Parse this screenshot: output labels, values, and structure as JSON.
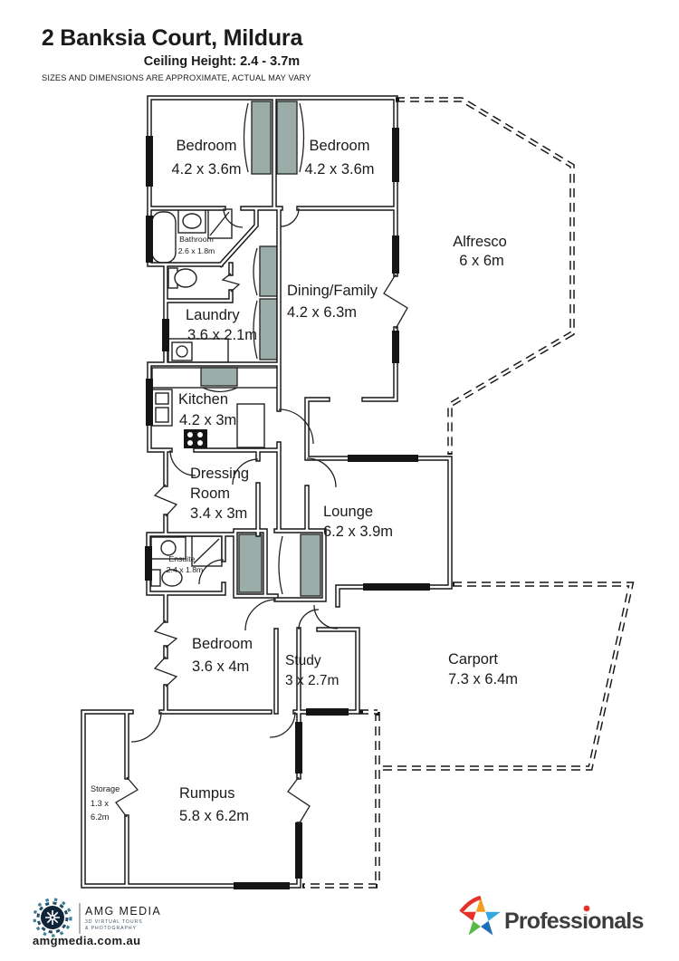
{
  "header": {
    "title": "2 Banksia Court, Mildura",
    "subtitle": "Ceiling Height: 2.4 - 3.7m",
    "disclaimer": "SIZES AND DIMENSIONS ARE APPROXIMATE, ACTUAL MAY VARY"
  },
  "rooms": {
    "bedroom_top_left": {
      "name": "Bedroom",
      "dims": "4.2 x 3.6m"
    },
    "bedroom_top_right": {
      "name": "Bedroom",
      "dims": "4.2 x 3.6m"
    },
    "alfresco": {
      "name": "Alfresco",
      "dims": "6 x 6m"
    },
    "bathroom": {
      "name": "Bathroom",
      "dims": "2.6 x 1.8m"
    },
    "dining_family": {
      "name": "Dining/Family",
      "dims": "4.2 x 6.3m"
    },
    "laundry": {
      "name": "Laundry",
      "dims": "3.6 x 2.1m"
    },
    "kitchen": {
      "name": "Kitchen",
      "dims": "4.2 x 3m"
    },
    "dressing_room": {
      "name_line1": "Dressing",
      "name_line2": "Room",
      "dims": "3.4 x 3m"
    },
    "lounge": {
      "name": "Lounge",
      "dims": "6.2 x 3.9m"
    },
    "ensuite": {
      "name": "Ensuite",
      "dims": "2.4 x 1.8m"
    },
    "bedroom_lower": {
      "name": "Bedroom",
      "dims": "3.6 x 4m"
    },
    "study": {
      "name": "Study",
      "dims": "3 x 2.7m"
    },
    "carport": {
      "name": "Carport",
      "dims": "7.3 x 6.4m"
    },
    "storage": {
      "name": "Storage",
      "dims_line1": "1.3 x",
      "dims_line2": "6.2m"
    },
    "rumpus": {
      "name": "Rumpus",
      "dims": "5.8 x 6.2m"
    }
  },
  "footer": {
    "amg": {
      "name": "AMG MEDIA",
      "tagline_line1": "3D VIRTUAL TOURS",
      "tagline_line2": "& PHOTOGRAPHY",
      "website": "amgmedia.com.au"
    },
    "professionals": {
      "brand": "Professionals"
    }
  },
  "colors": {
    "wall": "#151515",
    "wardrobe_fill": "#9bada8",
    "professionals_text": "#3d3d3f",
    "professionals_red": "#e63229",
    "professionals_orange": "#f59c20",
    "professionals_green": "#5cb947",
    "professionals_blue_light": "#35a8e0",
    "professionals_blue_dark": "#1e6fb8",
    "amg_navy": "#1d3d57",
    "amg_teal": "#3f7f99"
  }
}
